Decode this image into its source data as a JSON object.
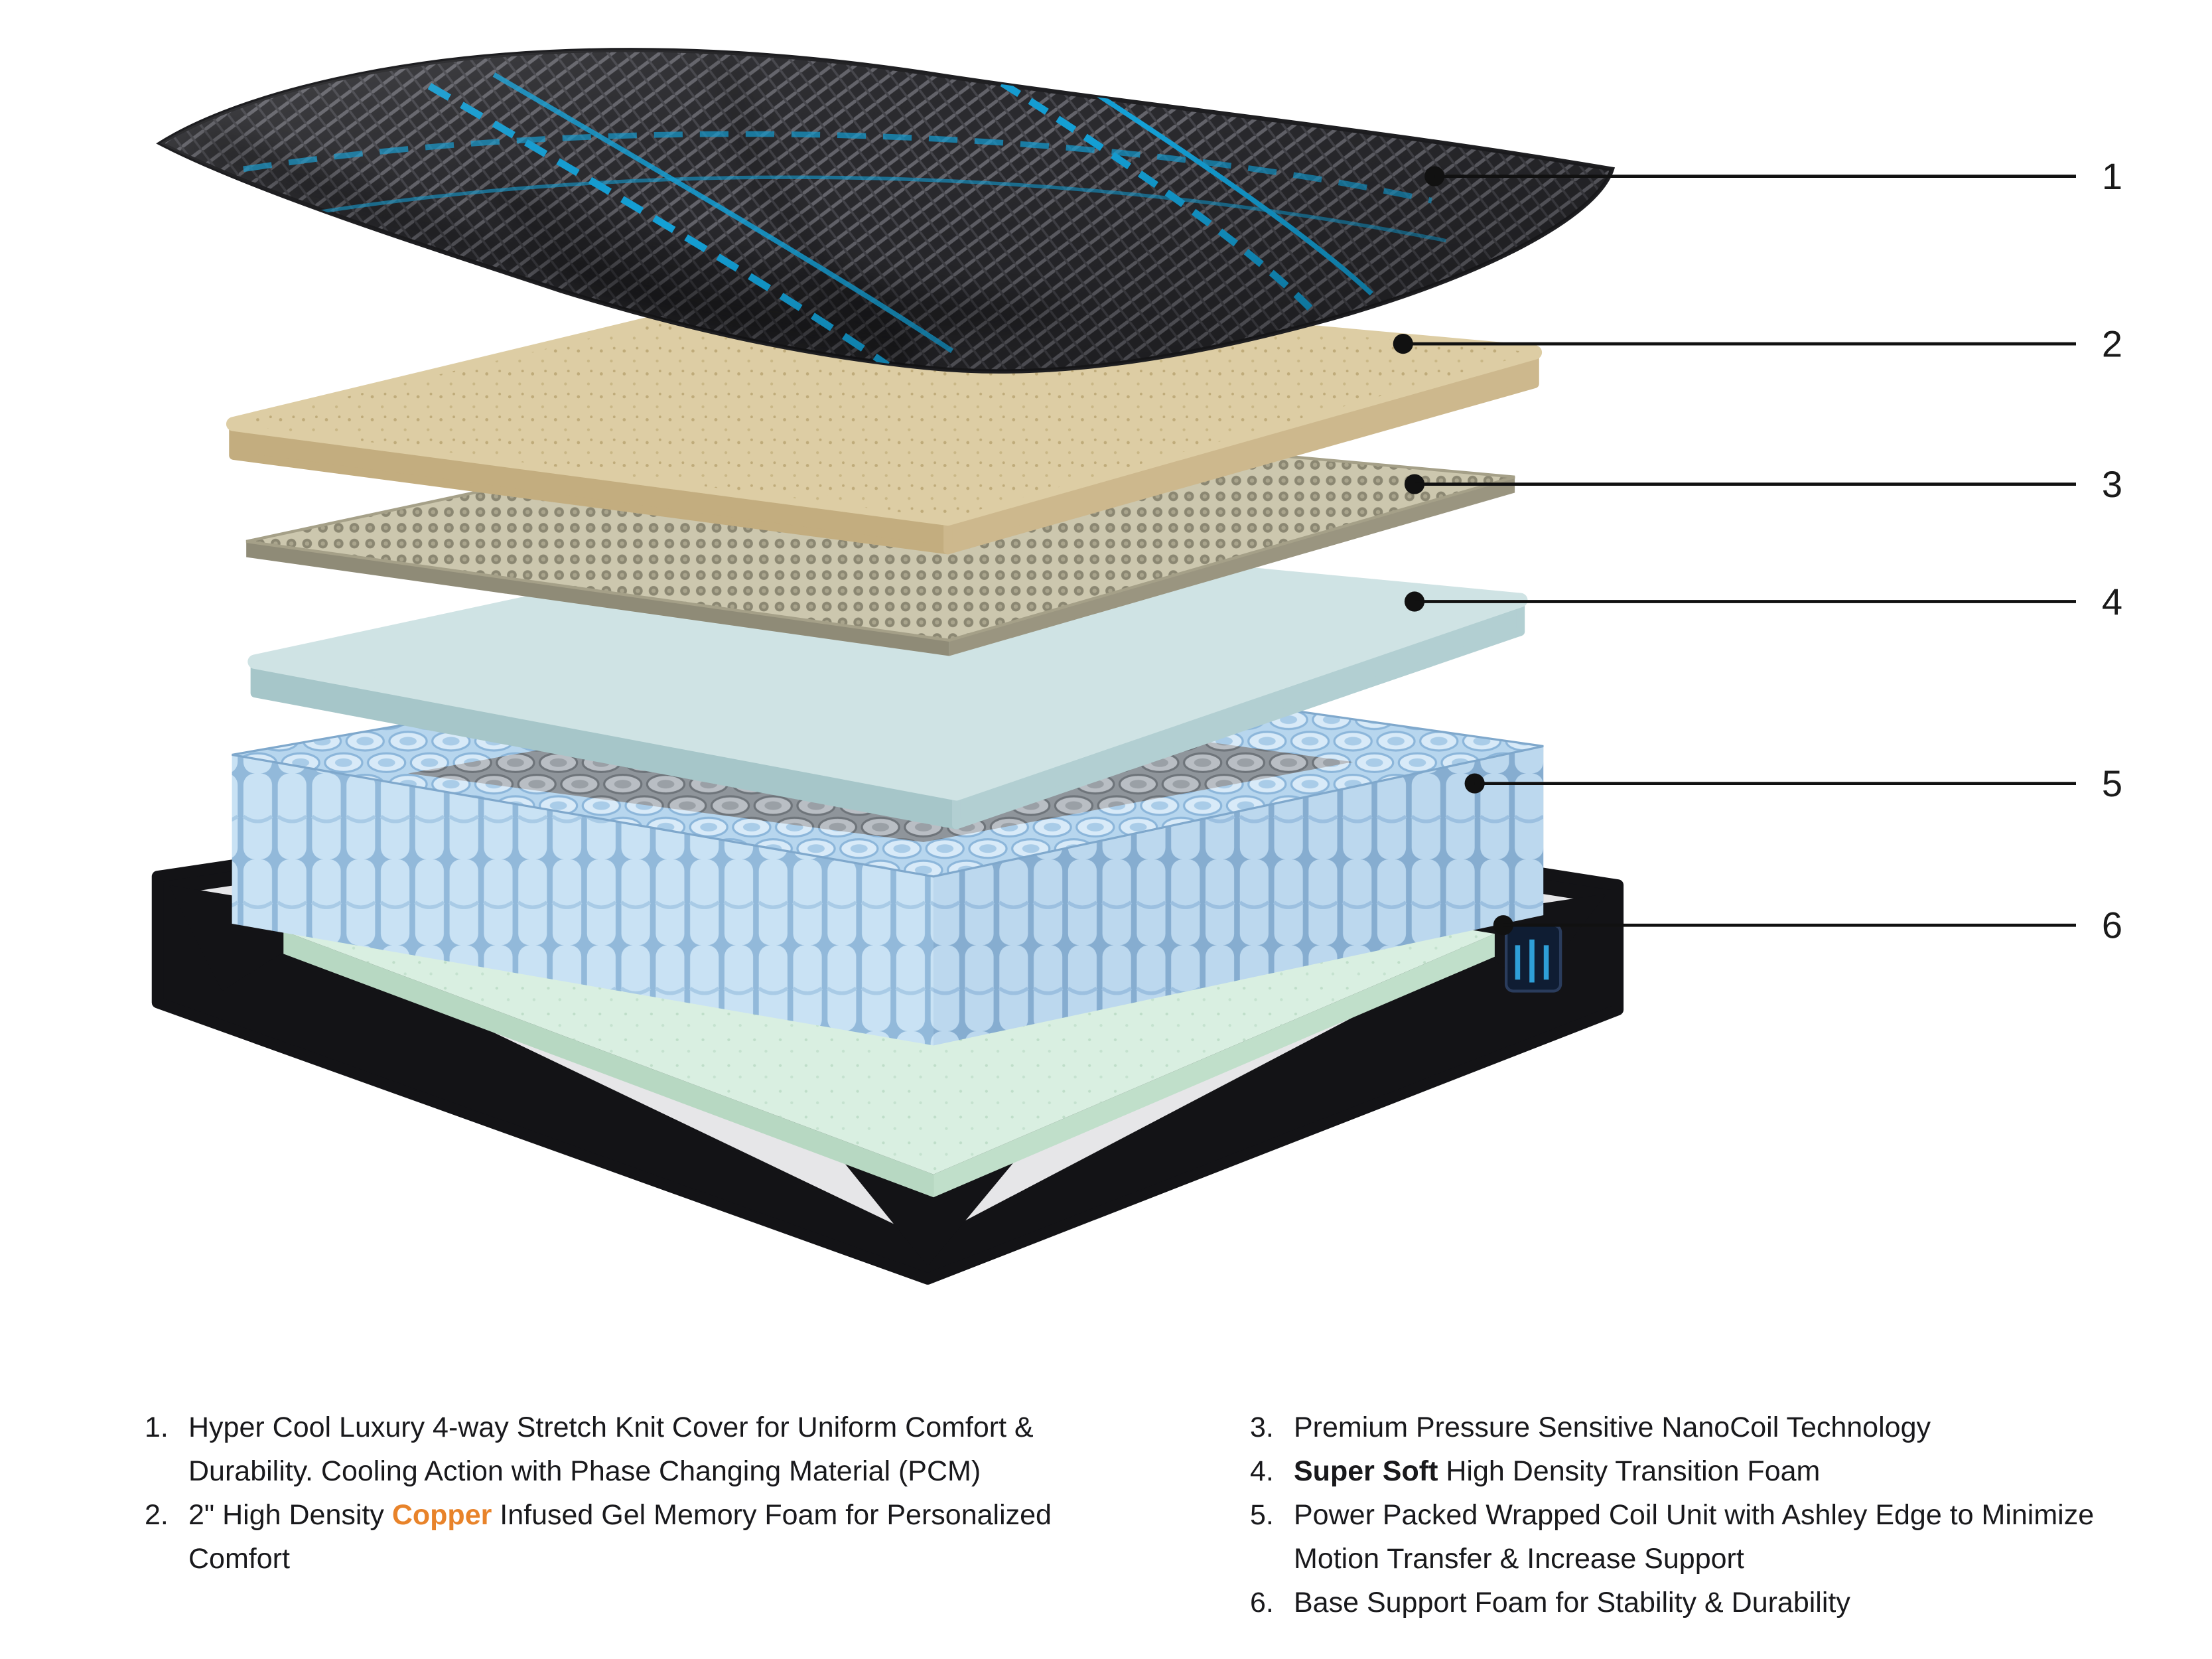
{
  "callouts": [
    {
      "label": "1"
    },
    {
      "label": "2"
    },
    {
      "label": "3"
    },
    {
      "label": "4"
    },
    {
      "label": "5"
    },
    {
      "label": "6"
    }
  ],
  "layers": [
    {
      "id": 1,
      "name": "stretch-knit-cover",
      "color": "#2a2a2e",
      "accent": "#1ba3d4"
    },
    {
      "id": 2,
      "name": "copper-gel-memory-foam",
      "color": "#ddcda4"
    },
    {
      "id": 3,
      "name": "nanocoil-sheet",
      "color": "#ccc7ae"
    },
    {
      "id": 4,
      "name": "transition-foam",
      "color": "#cfe3e4"
    },
    {
      "id": 5,
      "name": "wrapped-coil-unit",
      "color": "#c9e2f4",
      "coil_gray": "#9aa0a6"
    },
    {
      "id": 6,
      "name": "base-support-foam",
      "color": "#d9efe1",
      "base_color": "#131316",
      "rim_color": "#e6e6e8"
    }
  ],
  "colors": {
    "copper_text": "#e8832a",
    "callout": "#1a1a1a",
    "background": "#ffffff",
    "logo_blue": "#2e9fd8"
  },
  "legend": {
    "left": [
      {
        "num": "1.",
        "text": "Hyper Cool Luxury 4-way Stretch Knit Cover for Uniform Comfort & Durability. Cooling Action with Phase Changing Material (PCM)"
      },
      {
        "num": "2.",
        "pre": "2\" High Density ",
        "highlight": "Copper",
        "post": " Infused Gel Memory Foam for Personalized Comfort"
      }
    ],
    "right": [
      {
        "num": "3.",
        "text": "Premium Pressure Sensitive NanoCoil Technology"
      },
      {
        "num": "4.",
        "bold": "Super Soft",
        "post": " High Density Transition Foam"
      },
      {
        "num": "5.",
        "text": "Power Packed Wrapped Coil Unit with Ashley Edge to Minimize Motion Transfer & Increase Support"
      },
      {
        "num": "6.",
        "text": "Base Support Foam for Stability & Durability"
      }
    ]
  }
}
